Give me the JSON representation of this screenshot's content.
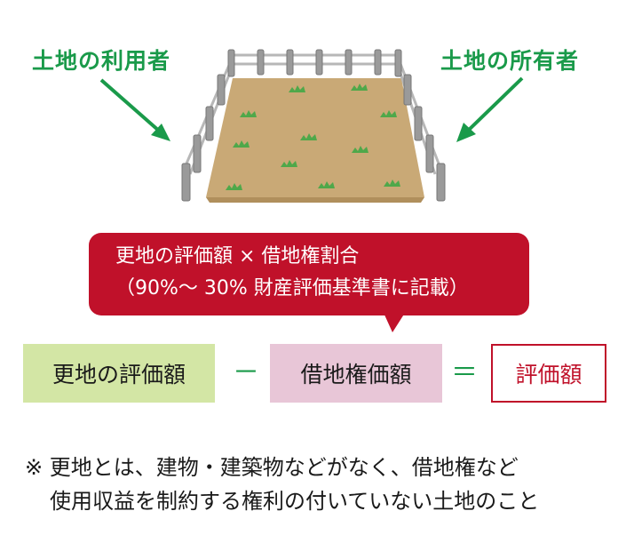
{
  "labels": {
    "user": "土地の利用者",
    "owner": "土地の所有者"
  },
  "bubble": {
    "line1": "更地の評価額 × 借地権割合",
    "line2": "（90%～ 30% 財産評価基準書に記載）"
  },
  "formula": {
    "term1": "更地の評価額",
    "minus": "－",
    "term2": "借地権価額",
    "equals": "＝",
    "result": "評価額"
  },
  "note": {
    "line1": "※ 更地とは、建物・建築物などがなく、借地権など",
    "line2": "使用収益を制約する権利の付いていない土地のこと"
  },
  "colors": {
    "green": "#1a9a4a",
    "red": "#c0112a",
    "box_green": "#d3e6a5",
    "box_pink": "#e8c6d7",
    "soil": "#c9a976",
    "fence": "#8a8a8a"
  }
}
